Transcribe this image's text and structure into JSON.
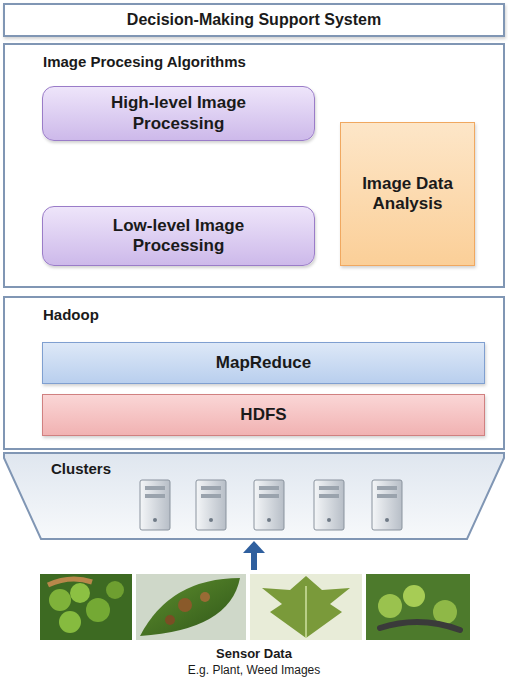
{
  "diagram": {
    "nodes": [
      {
        "text": [
          "Decision-Making Support System"
        ]
      },
      {
        "text": [
          "Image Procesing Algorithms"
        ]
      },
      {
        "text": [
          "High-level Image Processing"
        ],
        "in": 1
      },
      {
        "text": [
          "Low-level Image Processing"
        ],
        "in": 1
      },
      {
        "text": [
          "Image Data Analysis"
        ],
        "in": 1
      },
      {
        "text": [
          "Hadoop"
        ]
      },
      {
        "text": [
          "MapReduce"
        ],
        "in": 5
      },
      {
        "text": [
          "HDFS"
        ],
        "in": 5
      },
      {
        "text": [
          "Clusters"
        ]
      }
    ],
    "labels": [
      "Sensor Data",
      "E.g. Plant, Weed Images"
    ]
  }
}
